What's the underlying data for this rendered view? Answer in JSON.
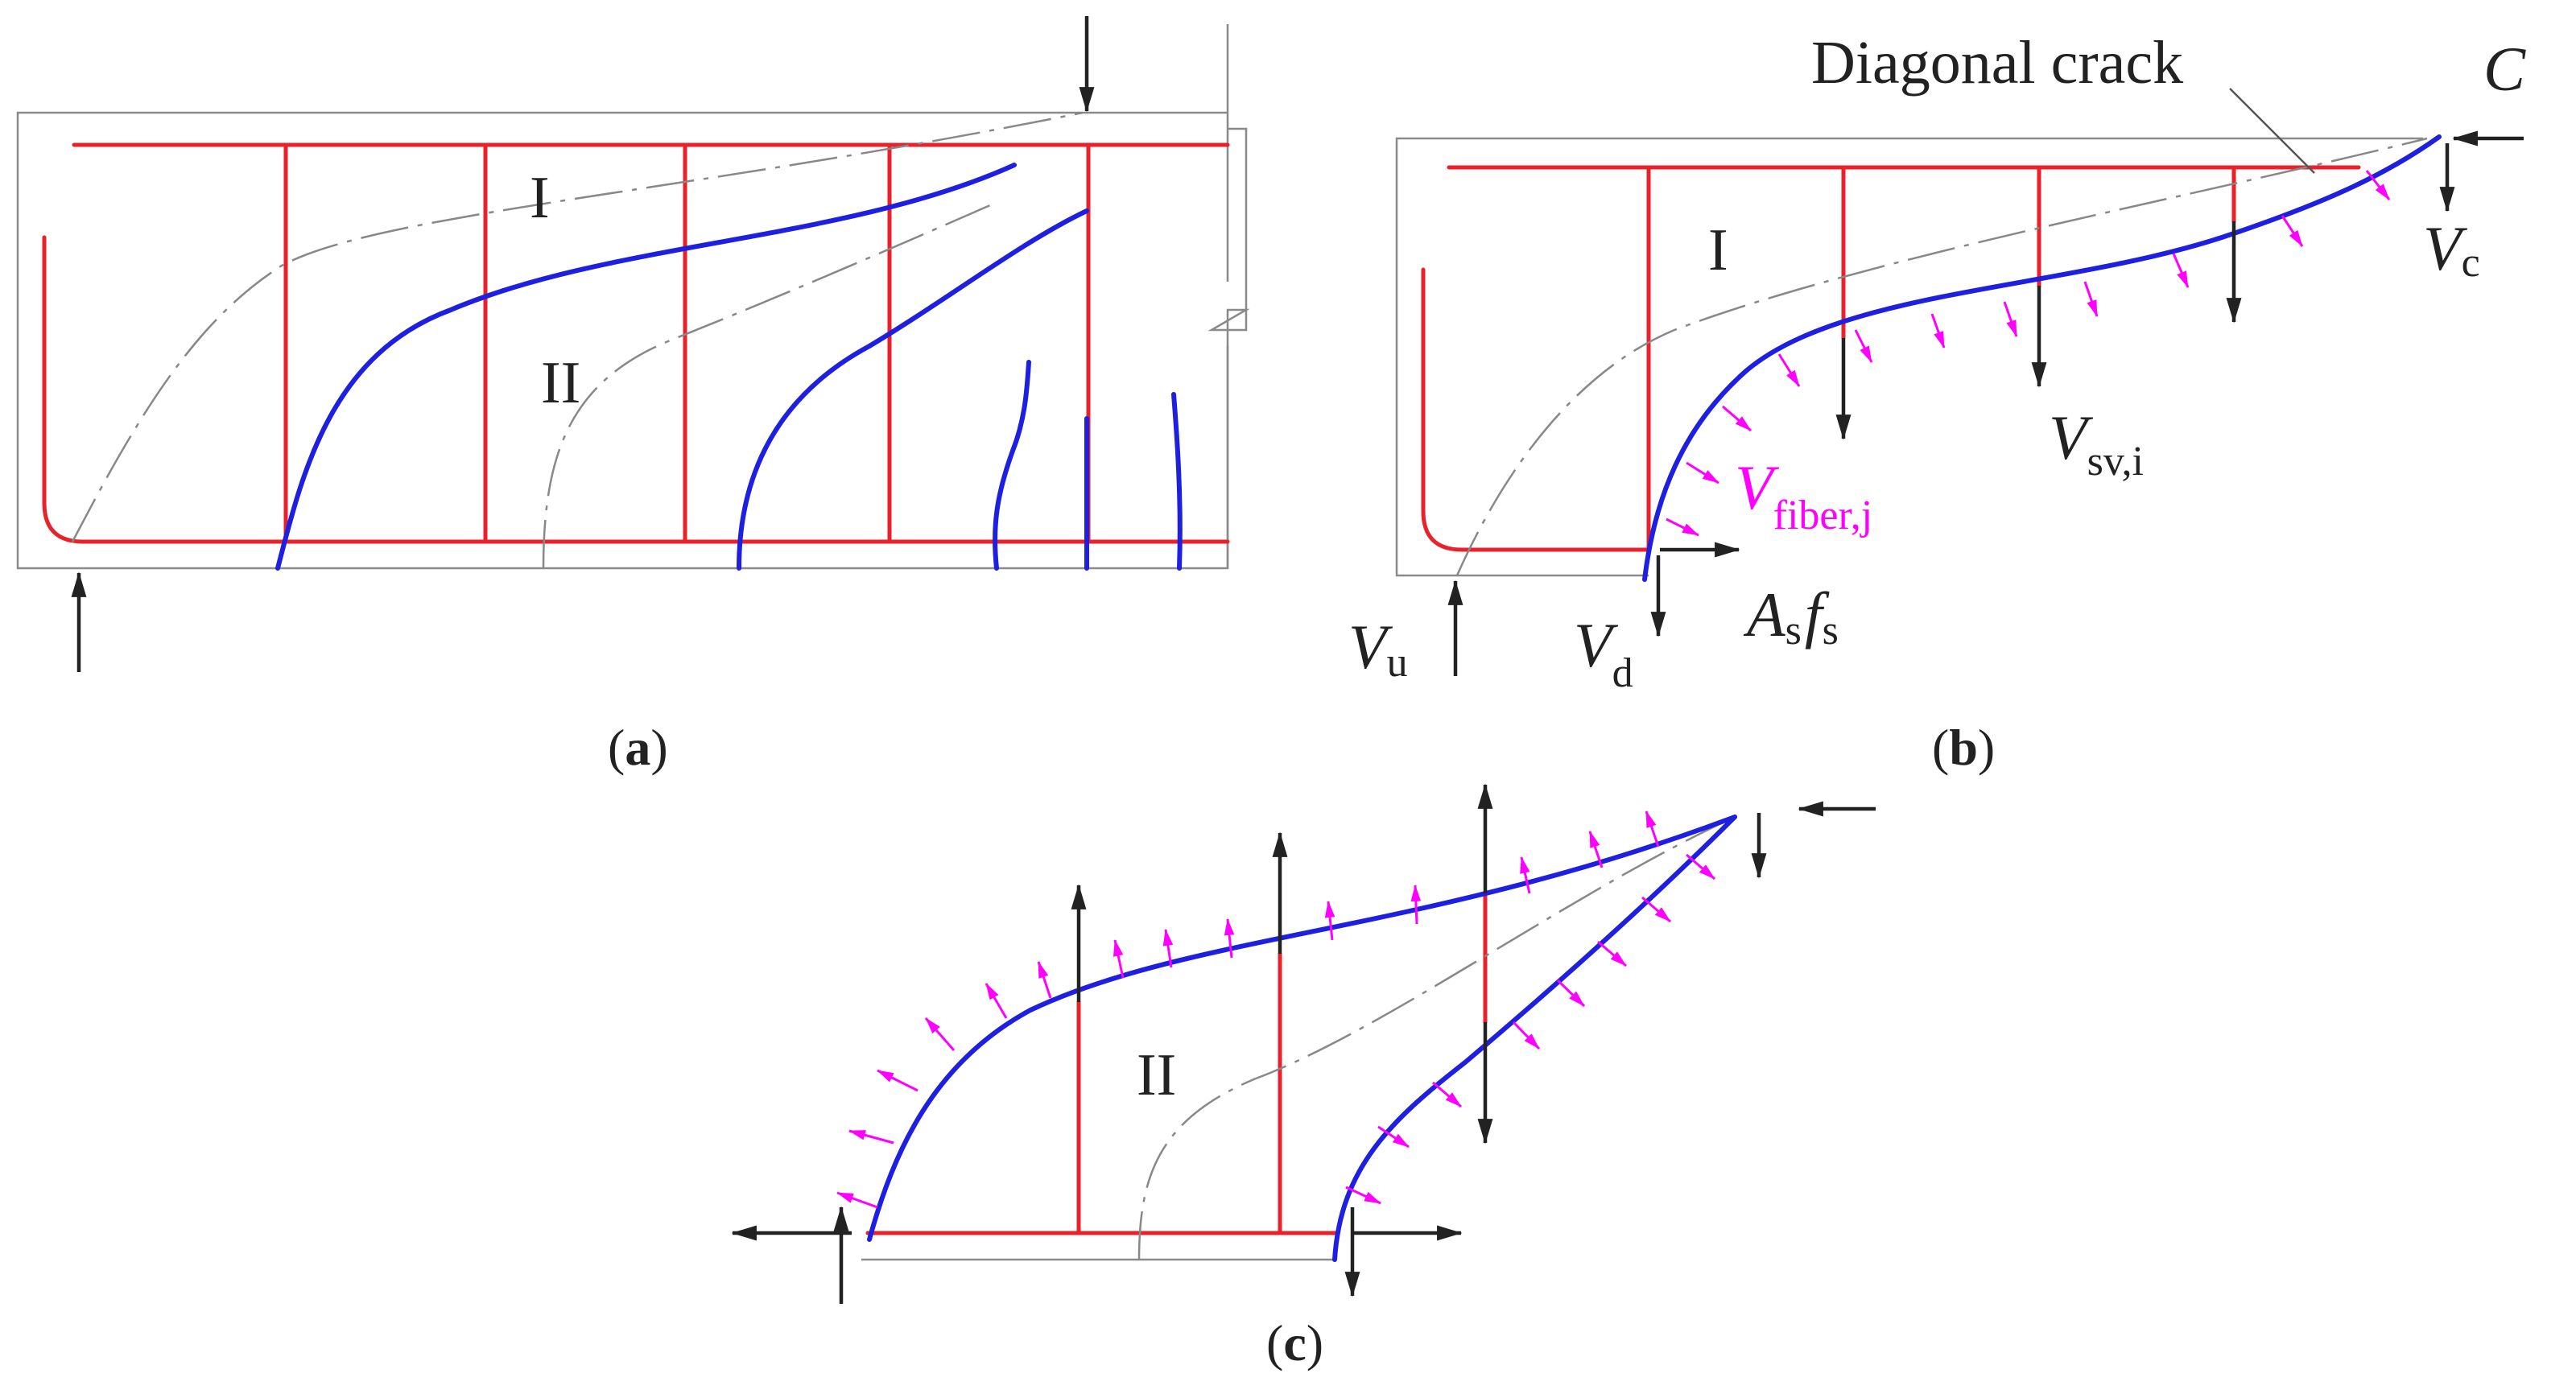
{
  "panels": {
    "a": {
      "caption_open": "(",
      "caption_letter": "a",
      "caption_close": ")",
      "zone_I": "I",
      "zone_II": "II"
    },
    "b": {
      "caption_open": "(",
      "caption_letter": "b",
      "caption_close": ")",
      "zone_I": "I",
      "diagonal_crack": "Diagonal crack",
      "C": "C",
      "Vc_main": "V",
      "Vc_sub": "c",
      "Vsv_main": "V",
      "Vsv_sub": "sv,i",
      "Vfiber_main": "V",
      "Vfiber_sub": "fiber,j",
      "As_main": "A",
      "As_sub": "s",
      "fs_main": "f",
      "fs_sub": "s",
      "Vu_main": "V",
      "Vu_sub": "u",
      "Vd_main": "V",
      "Vd_sub": "d"
    },
    "c": {
      "caption_open": "(",
      "caption_letter": "c",
      "caption_close": ")",
      "zone_II": "II"
    }
  },
  "colors": {
    "rebar": "#e8222b",
    "crack": "#1f1fe0",
    "fiber_force": "#ff00ff",
    "force_arrow": "#222222",
    "concrete_outline": "#8a8a8a"
  }
}
